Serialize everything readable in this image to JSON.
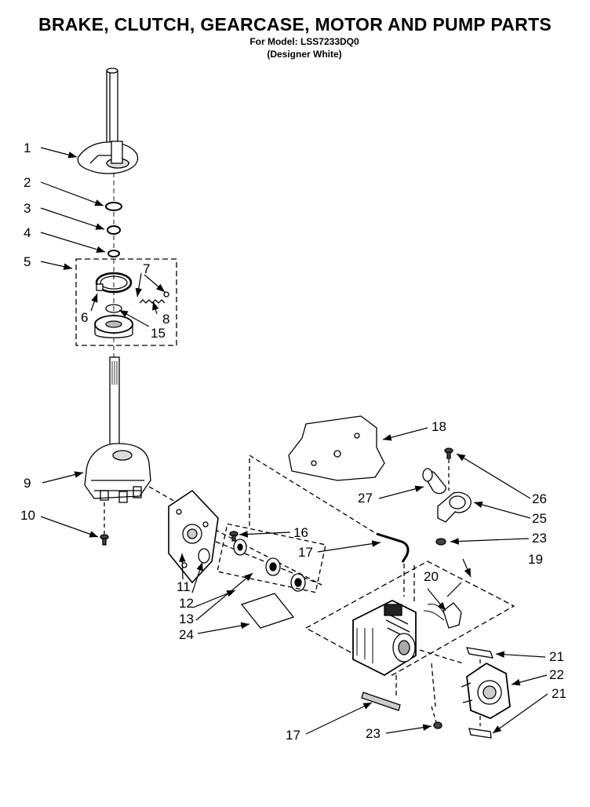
{
  "title": "BRAKE, CLUTCH, GEARCASE, MOTOR AND PUMP PARTS",
  "model_line": "For Model: LSS7233DQ0",
  "color_line": "(Designer White)",
  "callouts": [
    "1",
    "2",
    "3",
    "4",
    "5",
    "6",
    "7",
    "8",
    "15",
    "9",
    "10",
    "11",
    "12",
    "13",
    "24",
    "16",
    "17",
    "18",
    "19",
    "20",
    "21",
    "22",
    "21",
    "17",
    "23",
    "23",
    "25",
    "26",
    "27"
  ]
}
